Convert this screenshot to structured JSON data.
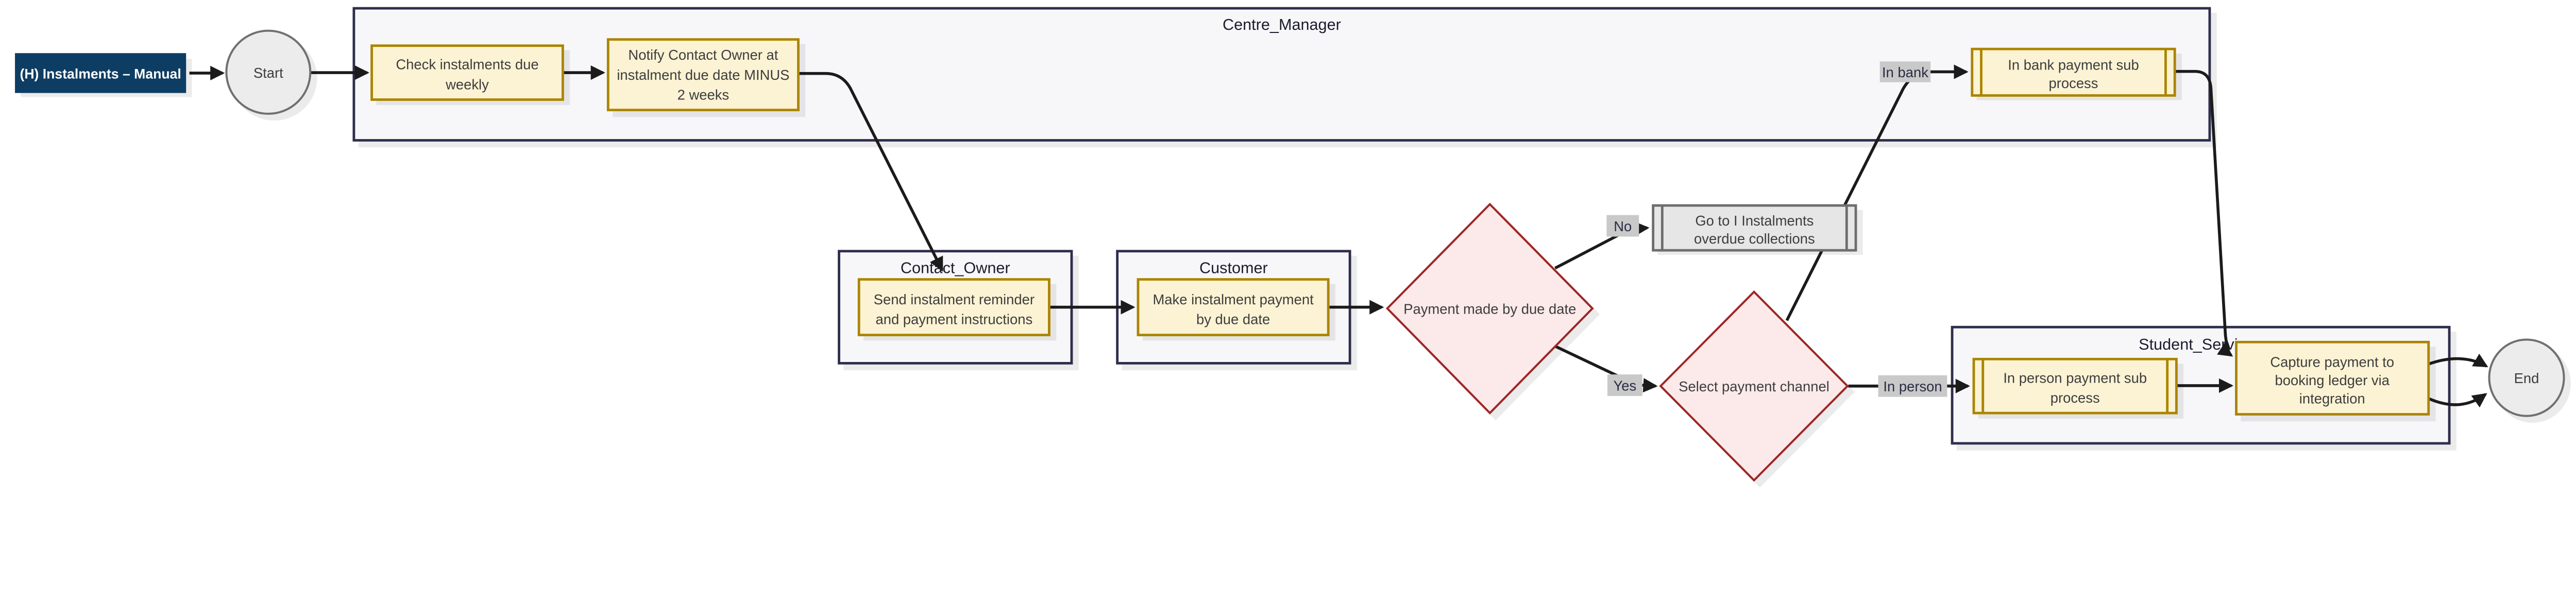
{
  "diagram": {
    "badge": "(H) Instalments – Manual",
    "start_label": "Start",
    "end_label": "End",
    "lanes": {
      "centre_manager": "Centre_Manager",
      "contact_owner": "Contact_Owner",
      "customer": "Customer",
      "student_services": "Student_Services"
    },
    "nodes": {
      "check": {
        "lines": [
          "Check instalments due",
          "weekly"
        ]
      },
      "notify": {
        "lines": [
          "Notify Contact Owner at",
          "instalment due date MINUS",
          "2 weeks"
        ]
      },
      "send": {
        "lines": [
          "Send instalment reminder",
          "and payment instructions"
        ]
      },
      "make": {
        "lines": [
          "Make instalment payment",
          "by due date"
        ]
      },
      "payment_made": {
        "label": "Payment made by due date"
      },
      "goto_overdue": {
        "lines": [
          "Go to I Instalments",
          "overdue collections"
        ]
      },
      "select_channel": {
        "label": "Select payment channel"
      },
      "in_bank_sub": {
        "lines": [
          "In bank payment sub",
          "process"
        ]
      },
      "in_person_sub": {
        "lines": [
          "In person payment sub",
          "process"
        ]
      },
      "capture": {
        "lines": [
          "Capture payment to",
          "booking ledger via",
          "integration"
        ]
      }
    },
    "edge_labels": {
      "no": "No",
      "yes": "Yes",
      "in_bank": "In bank",
      "in_person": "In person"
    },
    "colors": {
      "badge_bg": "#0e3c63",
      "task_fill": "#fcf3d4",
      "task_border": "#ab8500",
      "decision_fill": "#fce9e9",
      "decision_border": "#9e2626",
      "lane_fill": "#f7f7fa",
      "lane_border": "#2e2e4d",
      "link_fill": "#e6e6e6",
      "link_border": "#6e6e6e",
      "edge_label_bg": "#c9c9c9",
      "terminal_fill": "#ececec",
      "edge": "#1b1b1b"
    }
  }
}
